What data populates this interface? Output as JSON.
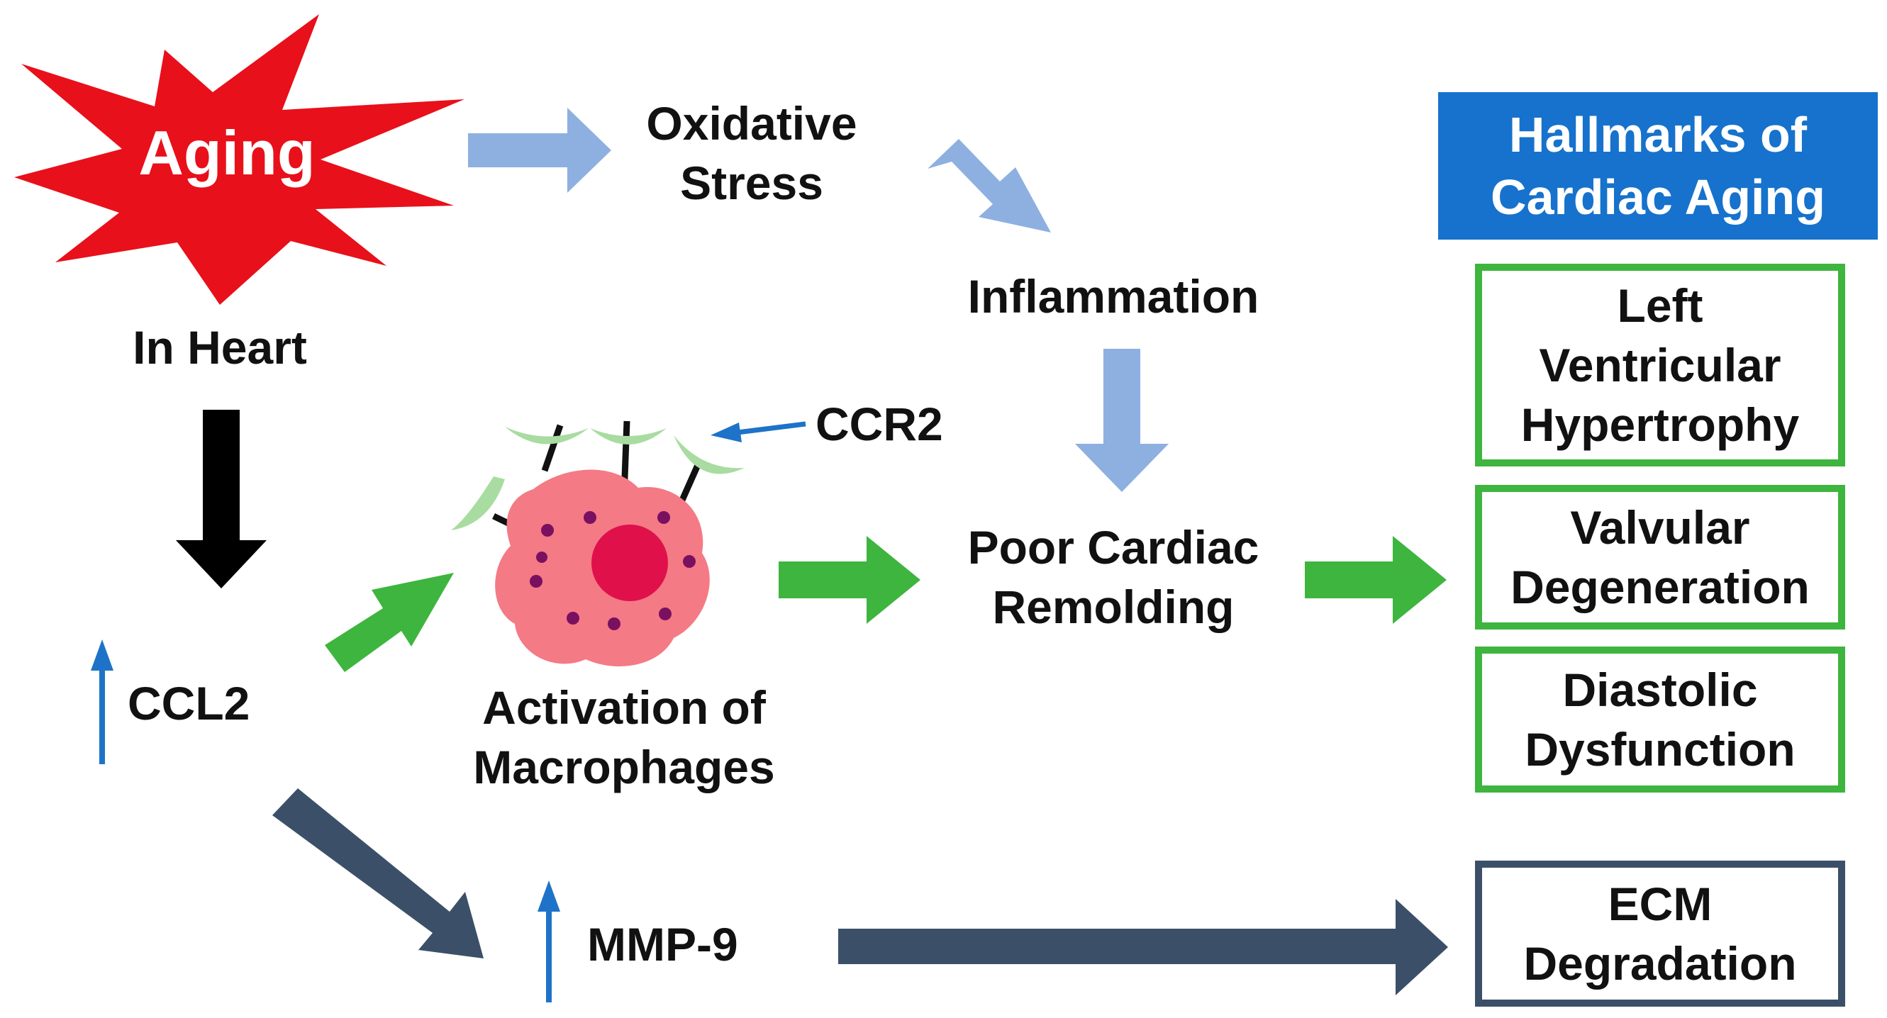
{
  "colors": {
    "burst": "#e8101a",
    "light_arrow": "#8db0e0",
    "green_arrow": "#3eb53e",
    "dark_arrow": "#3b5068",
    "black_arrow": "#000000",
    "up_arrow": "#1e73c8",
    "header_fill": "#1672cc",
    "green_border": "#3eb53e",
    "dark_border": "#3b5068",
    "cell_body": "#f47a85",
    "cell_nucleus": "#e0104a",
    "cell_dot": "#7a1060",
    "receptor": "#a8dca0"
  },
  "nodes": {
    "aging": "Aging",
    "in_heart": "In Heart",
    "oxidative_stress": [
      "Oxidative",
      "Stress"
    ],
    "inflammation": "Inflammation",
    "ccr2": "CCR2",
    "ccl2": "CCL2",
    "activation": [
      "Activation of",
      "Macrophages"
    ],
    "poor_remodeling": [
      "Poor Cardiac",
      "Remolding"
    ],
    "mmp9": "MMP-9"
  },
  "hallmarks": {
    "title": [
      "Hallmarks of",
      "Cardiac Aging"
    ],
    "items": [
      [
        "Left",
        "Ventricular",
        "Hypertrophy"
      ],
      [
        "Valvular",
        "Degeneration"
      ],
      [
        "Diastolic",
        "Dysfunction"
      ]
    ],
    "ecm": [
      "ECM",
      "Degradation"
    ]
  },
  "icons": [
    "starburst-icon",
    "macrophage-icon",
    "up-arrow-icon"
  ]
}
